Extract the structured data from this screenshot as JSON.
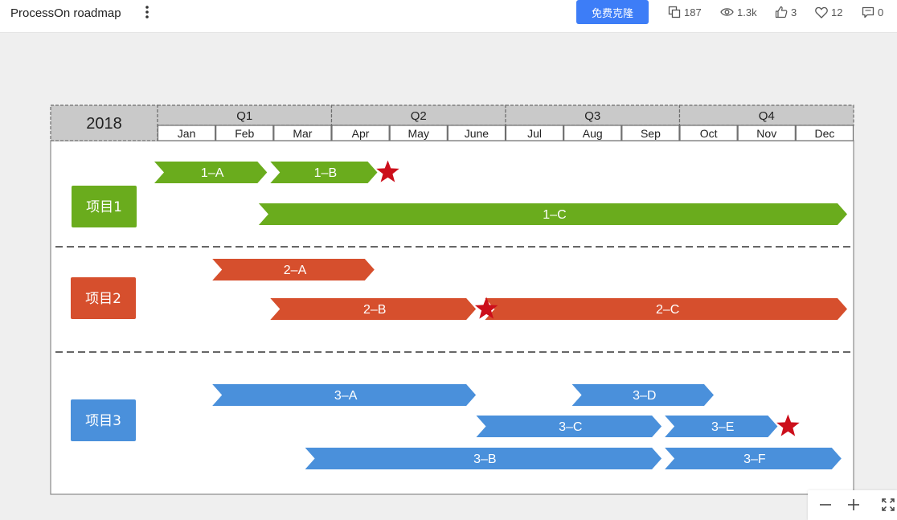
{
  "header": {
    "title": "ProcessOn roadmap",
    "clone_label": "免费克隆",
    "stats": {
      "clones": "187",
      "views": "1.3k",
      "likes": "3",
      "favorites": "12",
      "comments": "0"
    }
  },
  "roadmap": {
    "year": "2018",
    "quarters": [
      "Q1",
      "Q2",
      "Q3",
      "Q4"
    ],
    "months": [
      "Jan",
      "Feb",
      "Mar",
      "Apr",
      "May",
      "June",
      "Jul",
      "Aug",
      "Sep",
      "Oct",
      "Nov",
      "Dec"
    ],
    "projects": [
      {
        "label": "项目1",
        "color": "#6aac1d"
      },
      {
        "label": "项目2",
        "color": "#d64f2d"
      },
      {
        "label": "项目3",
        "color": "#4a90db"
      }
    ],
    "tasks": [
      {
        "label": "1–A",
        "project": 0,
        "start": 0.0,
        "end": 2.0,
        "lane": 0
      },
      {
        "label": "1–B",
        "project": 0,
        "start": 2.0,
        "end": 3.9,
        "lane": 0,
        "milestone": true
      },
      {
        "label": "1–C",
        "project": 0,
        "start": 1.8,
        "end": 12.0,
        "lane": 1
      },
      {
        "label": "2–A",
        "project": 1,
        "start": 1.0,
        "end": 3.85,
        "lane": 0
      },
      {
        "label": "2–B",
        "project": 1,
        "start": 2.0,
        "end": 5.6,
        "lane": 1,
        "milestone": true
      },
      {
        "label": "2–C",
        "project": 1,
        "start": 5.7,
        "end": 12.0,
        "lane": 1
      },
      {
        "label": "3–A",
        "project": 2,
        "start": 1.0,
        "end": 5.6,
        "lane": 0
      },
      {
        "label": "3–D",
        "project": 2,
        "start": 7.2,
        "end": 9.7,
        "lane": 0
      },
      {
        "label": "3–C",
        "project": 2,
        "start": 5.55,
        "end": 8.8,
        "lane": 1
      },
      {
        "label": "3–E",
        "project": 2,
        "start": 8.8,
        "end": 10.8,
        "lane": 1,
        "milestone": true
      },
      {
        "label": "3–B",
        "project": 2,
        "start": 2.6,
        "end": 8.8,
        "lane": 2
      },
      {
        "label": "3–F",
        "project": 2,
        "start": 8.8,
        "end": 11.9,
        "lane": 2
      }
    ],
    "milestone_color": "#cc0f1b"
  },
  "zoom": {
    "zoom_out": "zoom-out-icon",
    "zoom_in": "zoom-in-icon",
    "fullscreen": "fullscreen-icon"
  }
}
